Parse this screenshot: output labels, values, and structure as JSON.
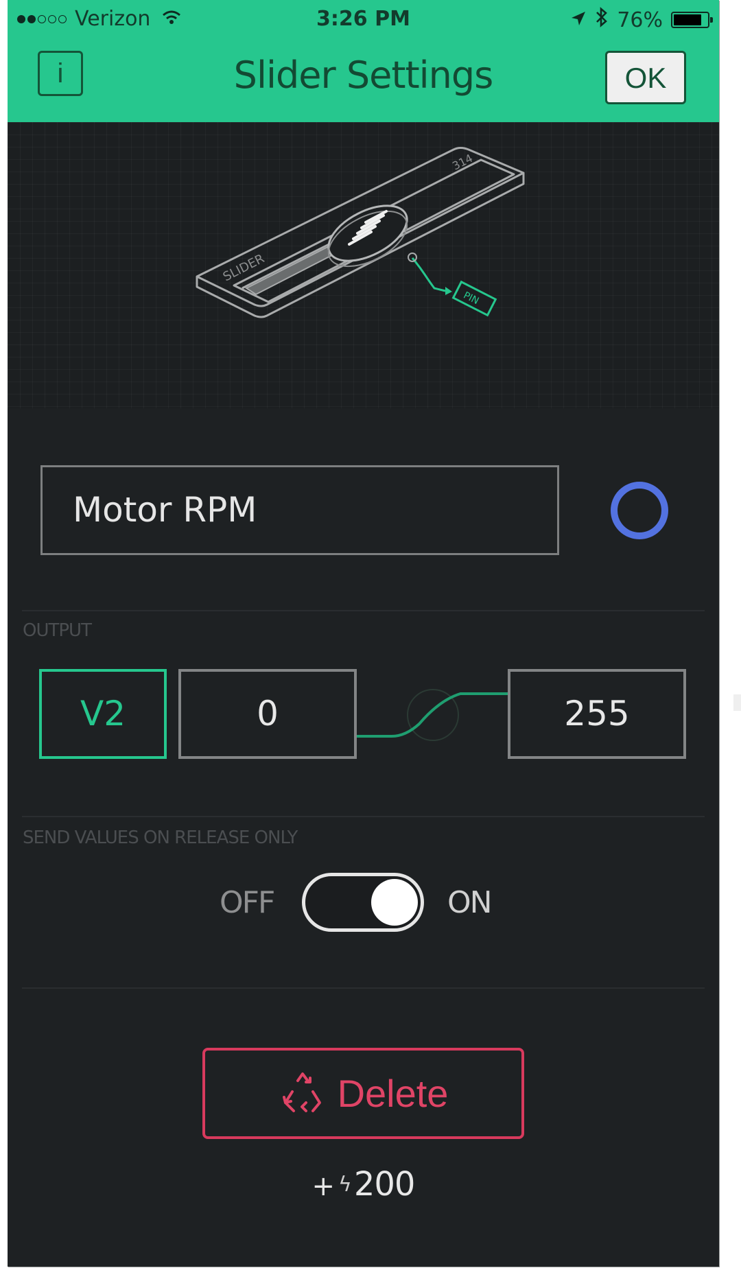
{
  "status_bar": {
    "signal_full": 2,
    "signal_empty": 3,
    "carrier": "Verizon",
    "wifi_icon": "wifi-icon",
    "time": "3:26 PM",
    "location_icon": "location-arrow-icon",
    "bluetooth_icon": "bluetooth-icon",
    "battery_percent": "76%"
  },
  "header": {
    "title": "Slider Settings",
    "info_label": "i",
    "ok_label": "OK",
    "color": "#26c78e"
  },
  "illustration": {
    "widget_label": "SLIDER",
    "widget_value": "314",
    "pin_label": "PIN"
  },
  "name_field": {
    "value": "Motor RPM"
  },
  "color_picker": {
    "color": "#5372e0"
  },
  "output": {
    "section_label": "OUTPUT",
    "pin": "V2",
    "min": "0",
    "max": "255"
  },
  "send_on_release": {
    "section_label": "SEND VALUES ON RELEASE ONLY",
    "off_label": "OFF",
    "on_label": "ON",
    "state": "ON"
  },
  "delete": {
    "label": "Delete",
    "icon": "recycle-icon",
    "color": "#e04466"
  },
  "cost": {
    "plus": "+",
    "bolt": "ϟ",
    "amount": "200"
  }
}
